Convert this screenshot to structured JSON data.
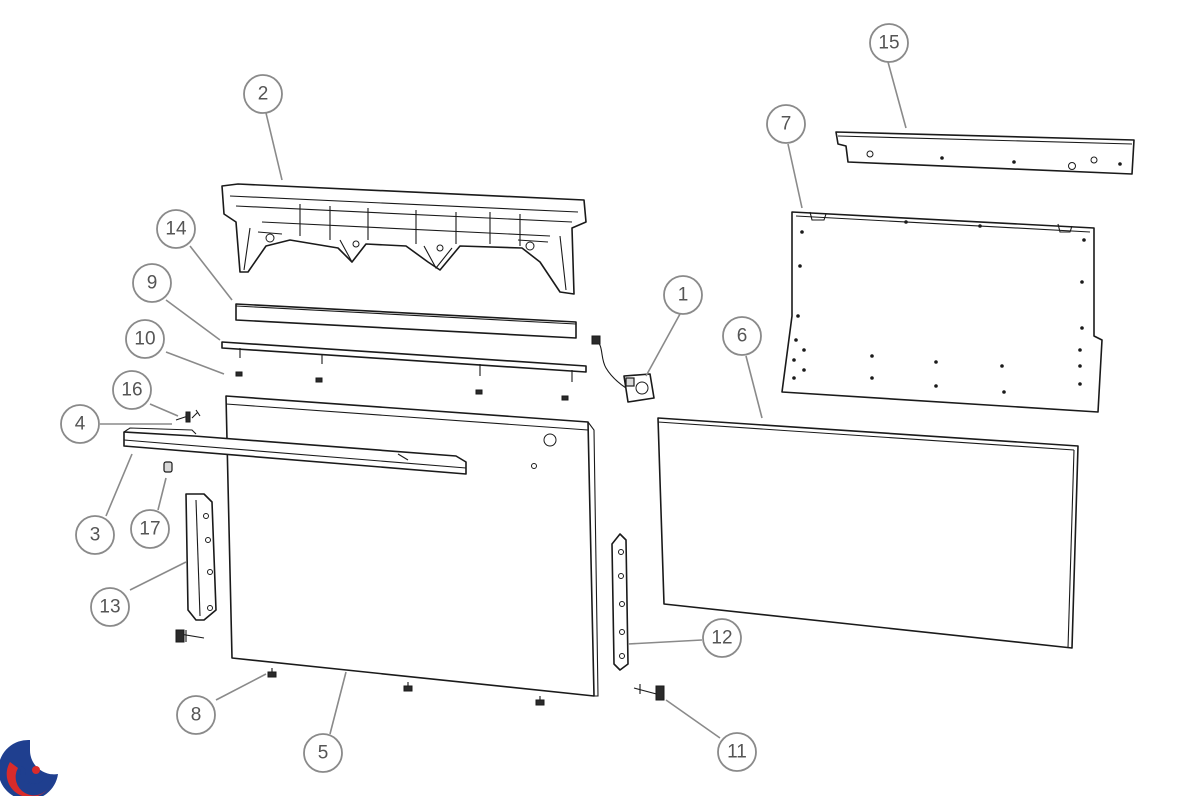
{
  "callouts": [
    {
      "id": "callout-1",
      "label": "1"
    },
    {
      "id": "callout-2",
      "label": "2"
    },
    {
      "id": "callout-3",
      "label": "3"
    },
    {
      "id": "callout-4",
      "label": "4"
    },
    {
      "id": "callout-5",
      "label": "5"
    },
    {
      "id": "callout-6",
      "label": "6"
    },
    {
      "id": "callout-7",
      "label": "7"
    },
    {
      "id": "callout-8",
      "label": "8"
    },
    {
      "id": "callout-9",
      "label": "9"
    },
    {
      "id": "callout-10",
      "label": "10"
    },
    {
      "id": "callout-11",
      "label": "11"
    },
    {
      "id": "callout-12",
      "label": "12"
    },
    {
      "id": "callout-13",
      "label": "13"
    },
    {
      "id": "callout-14",
      "label": "14"
    },
    {
      "id": "callout-15",
      "label": "15"
    },
    {
      "id": "callout-16",
      "label": "16"
    },
    {
      "id": "callout-17",
      "label": "17"
    }
  ],
  "colors": {
    "line": "#1a1a1a",
    "callout_stroke": "#8a8a8a",
    "callout_text": "#555555",
    "logo_blue": "#1f3f8f",
    "logo_red": "#d92b2b"
  },
  "logo": {
    "icon": "brand-swirl-icon"
  }
}
